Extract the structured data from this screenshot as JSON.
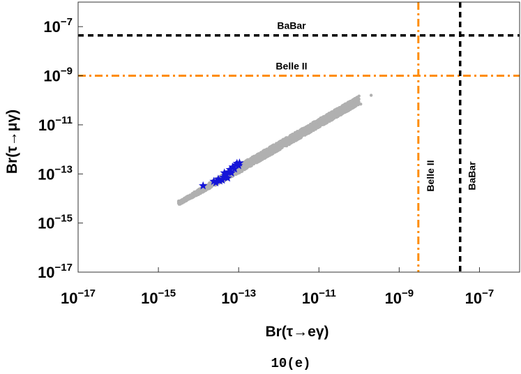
{
  "caption": "10(e)",
  "chart_data": {
    "type": "scatter",
    "xlabel": "Br(τ→eγ)",
    "ylabel": "Br(τ→μγ)",
    "xscale": "log",
    "yscale": "log",
    "xlim": [
      1e-17,
      1e-06
    ],
    "ylim": [
      1e-17,
      1e-06
    ],
    "x_ticks": [
      {
        "mant": "10",
        "exp": "−17",
        "value": 1e-17
      },
      {
        "mant": "10",
        "exp": "−15",
        "value": 1e-15
      },
      {
        "mant": "10",
        "exp": "−13",
        "value": 1e-13
      },
      {
        "mant": "10",
        "exp": "−11",
        "value": 1e-11
      },
      {
        "mant": "10",
        "exp": "−9",
        "value": 1e-09
      },
      {
        "mant": "10",
        "exp": "−7",
        "value": 1e-07
      }
    ],
    "y_ticks": [
      {
        "mant": "10",
        "exp": "−17",
        "value": 1e-17
      },
      {
        "mant": "10",
        "exp": "−15",
        "value": 1e-15
      },
      {
        "mant": "10",
        "exp": "−13",
        "value": 1e-13
      },
      {
        "mant": "10",
        "exp": "−11",
        "value": 1e-11
      },
      {
        "mant": "10",
        "exp": "−9",
        "value": 1e-09
      },
      {
        "mant": "10",
        "exp": "−7",
        "value": 1e-07
      }
    ],
    "limits": [
      {
        "label": "BaBar",
        "axis": "y",
        "value": 4.4e-08,
        "color": "#000000",
        "style": "dashed"
      },
      {
        "label": "Belle II",
        "axis": "y",
        "value": 1e-09,
        "color": "#ff8c00",
        "style": "dashdot"
      },
      {
        "label": "Belle II",
        "axis": "x",
        "value": 3e-09,
        "color": "#ff8c00",
        "style": "dashdot"
      },
      {
        "label": "BaBar",
        "axis": "x",
        "value": 3.3e-08,
        "color": "#000000",
        "style": "dashed"
      }
    ],
    "series": [
      {
        "color": "#b0b0b0",
        "marker": "dot",
        "band": {
          "x_log_start": -14.5,
          "x_log_end": -10.0,
          "y_log_start": -14.2,
          "y_log_end": -10.0,
          "spread_log": 0.35
        },
        "points": [
          [
            3.2e-15,
            7.9e-15
          ],
          [
            3.5e-11,
            3.2e-11
          ],
          [
            1.1e-10,
            7e-11
          ],
          [
            2e-10,
            1.6e-10
          ]
        ]
      },
      {
        "color": "#1414d8",
        "marker": "star",
        "points": [
          [
            1.3e-14,
            3.3e-14
          ],
          [
            2.4e-14,
            5e-14
          ],
          [
            2.7e-14,
            4.4e-14
          ],
          [
            3.1e-14,
            6.1e-14
          ],
          [
            3.4e-14,
            5.2e-14
          ],
          [
            3.9e-14,
            5.6e-14
          ],
          [
            4.2e-14,
            7.3e-14
          ],
          [
            4.4e-14,
            1.1e-13
          ],
          [
            4.7e-14,
            8.6e-14
          ],
          [
            5.3e-14,
            6.8e-14
          ],
          [
            5.6e-14,
            1.2e-13
          ],
          [
            6.1e-14,
            1.5e-13
          ],
          [
            6.6e-14,
            1.1e-13
          ],
          [
            7.1e-14,
            1.9e-13
          ],
          [
            7.9e-14,
            1.6e-13
          ],
          [
            8.5e-14,
            2.3e-13
          ],
          [
            9.1e-14,
            2.7e-13
          ],
          [
            1e-13,
            2.2e-13
          ],
          [
            1.05e-13,
            2.8e-13
          ],
          [
            5e-14,
            9.3e-14
          ]
        ]
      }
    ]
  }
}
